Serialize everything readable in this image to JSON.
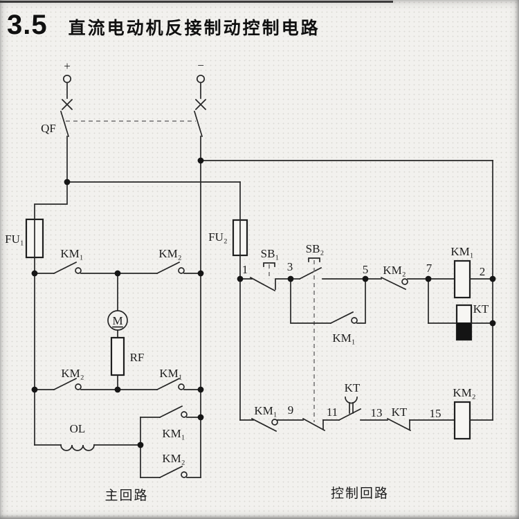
{
  "header": {
    "section": "3.5",
    "title": "直流电动机反接制动控制电路"
  },
  "colors": {
    "ink": "#262626",
    "paper": "#f2f1ee"
  },
  "power": {
    "plus": "+",
    "minus": "−",
    "breaker": "QF"
  },
  "main_circuit": {
    "caption": "主回路",
    "fuse1": "FU₁",
    "km1_top_contact": "KM₁",
    "km2_top_contact": "KM₂",
    "motor": "M",
    "resistor": "RF",
    "km2_bottom_contact": "KM₂",
    "km1_bottom_contact": "KM₁",
    "overload_coil": "OL",
    "km1_parallel_contact": "KM₁",
    "km2_parallel_contact": "KM₂"
  },
  "control_circuit": {
    "caption": "控制回路",
    "fuse2": "FU₂",
    "stop_button": "SB₁",
    "start_button": "SB₂",
    "node1": "1",
    "node3": "3",
    "node5": "5",
    "node7": "7",
    "node2": "2",
    "km2_interlock_contact": "KM₂",
    "km1_coil": "KM₁",
    "kt_coil": "KT",
    "km1_selfhold_contact": "KM₁",
    "km1_nc_contact": "KM₁",
    "node9": "9",
    "node11": "11",
    "kt_delay_contact": "KT",
    "node13": "13",
    "kt_nc_contact": "KT",
    "node15": "15",
    "km2_coil": "KM₂"
  }
}
